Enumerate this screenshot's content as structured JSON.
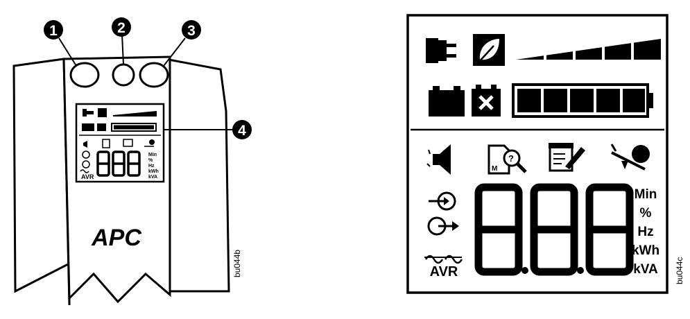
{
  "left_figure": {
    "brand_logo": "APC",
    "callouts": [
      "1",
      "2",
      "3",
      "4"
    ],
    "mini_lcd_units": [
      "Min",
      "%",
      "Hz",
      "kWh",
      "kVA"
    ],
    "avr_label": "AVR",
    "figure_code": "bu044b"
  },
  "right_figure": {
    "icons": {
      "top_row": [
        "plug-icon",
        "leaf-icon",
        "load-level-bar-icon"
      ],
      "second_row": [
        "battery-icon",
        "battery-fault-icon",
        "battery-charge-bar-icon"
      ],
      "third_row": [
        "mute-speaker-icon",
        "event-log-icon",
        "self-test-icon",
        "overload-icon"
      ],
      "left_column": [
        "ac-input-icon",
        "ups-output-icon",
        "avr-waves-icon"
      ]
    },
    "units": [
      "Min",
      "%",
      "Hz",
      "kWh",
      "kVA"
    ],
    "avr_label": "AVR",
    "digits": "8.8.8",
    "figure_code": "bu044c"
  }
}
